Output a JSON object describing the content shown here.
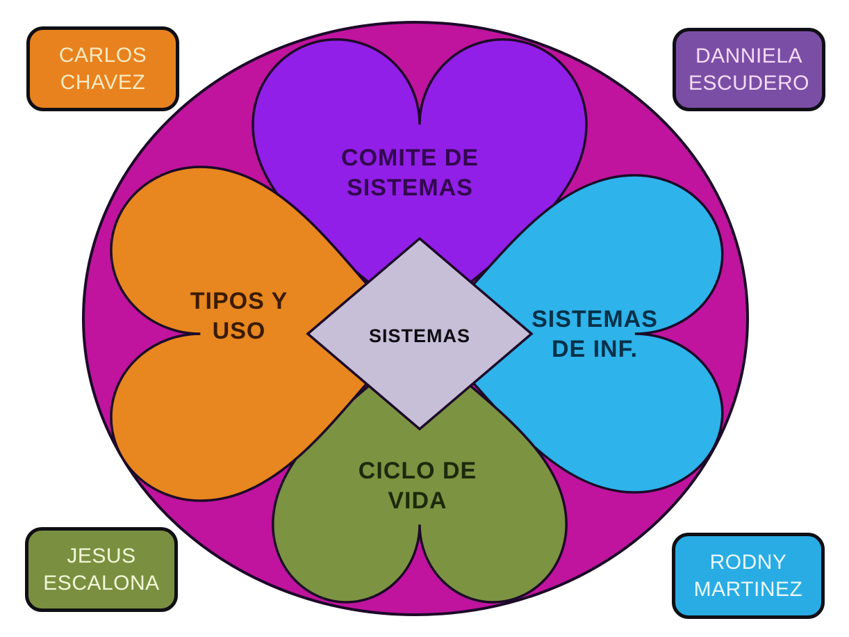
{
  "diagram": {
    "outline_color": "#1c0a28",
    "circle_fill": "#c0149e",
    "center": {
      "label": "SISTEMAS",
      "fill": "#c7bfd7",
      "text_color": "#0c0c12"
    },
    "hearts": {
      "top": {
        "line1": "COMITE DE",
        "line2": "SISTEMAS",
        "fill": "#921fe8",
        "text_color": "#32084e"
      },
      "left": {
        "line1": "TIPOS Y",
        "line2": "USO",
        "fill": "#e8861f",
        "text_color": "#3a1b03"
      },
      "right": {
        "line1": "SISTEMAS",
        "line2": "DE INF.",
        "fill": "#2eb3ea",
        "text_color": "#073049"
      },
      "bottom": {
        "line1": "CICLO DE",
        "line2": "VIDA",
        "fill": "#7c9342",
        "text_color": "#1c2a0b"
      }
    }
  },
  "name_cards": {
    "border_color": "#0f0f15",
    "top_left": {
      "line1": "CARLOS",
      "line2": "CHAVEZ",
      "fill": "#e8821e",
      "text_color": "#f9eac2"
    },
    "top_right": {
      "line1": "DANNIELA",
      "line2": "ESCUDERO",
      "fill": "#7b4ea6",
      "text_color": "#f3dcf4"
    },
    "bottom_left": {
      "line1": "JESUS",
      "line2": "ESCALONA",
      "fill": "#7a9040",
      "text_color": "#f3f8da"
    },
    "bottom_right": {
      "line1": "RODNY",
      "line2": "MARTINEZ",
      "fill": "#29ace4",
      "text_color": "#ebf9fe"
    }
  }
}
